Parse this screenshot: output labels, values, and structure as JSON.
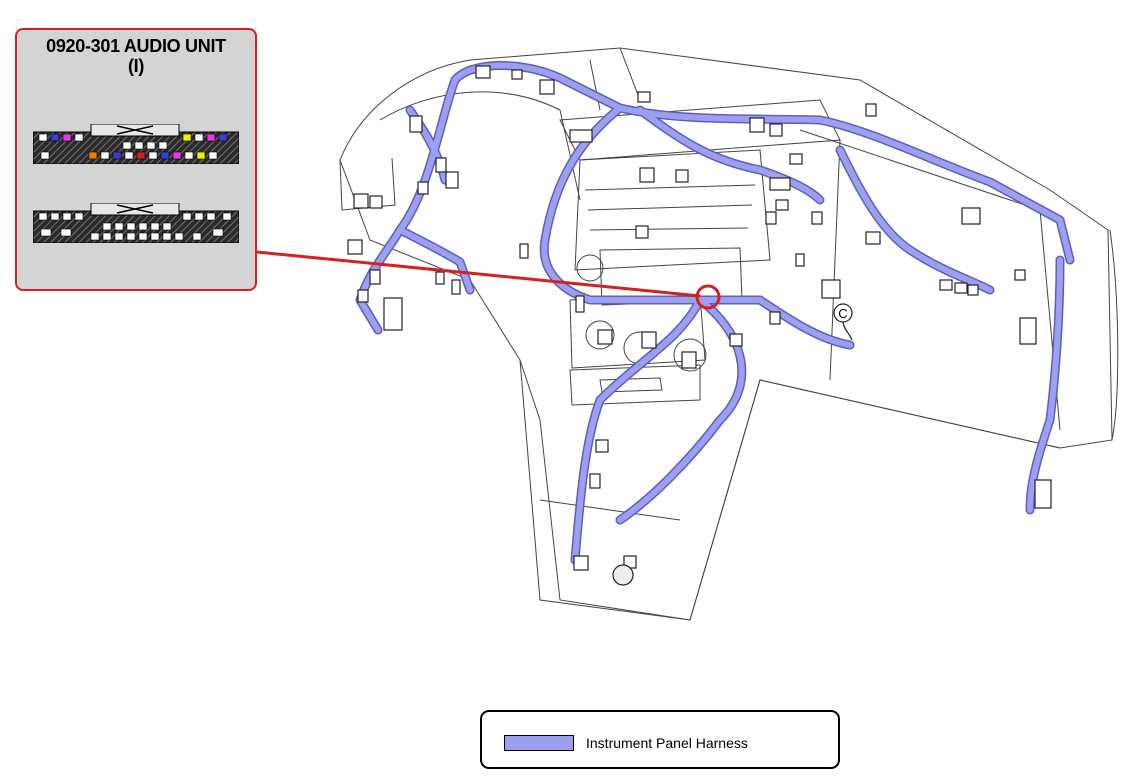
{
  "callout": {
    "title_line1": "0920-301 AUDIO UNIT",
    "title_line2": "(I)"
  },
  "legend": {
    "label": "Instrument Panel Harness",
    "swatch_color": "#9da0ee"
  },
  "ground_point_label": "C",
  "colors": {
    "harness": "#9da0ee",
    "harness_outline": "#5a5fc0",
    "callout_border": "#d62020",
    "callout_fill": "#d4d4d4",
    "outline": "#333333"
  }
}
